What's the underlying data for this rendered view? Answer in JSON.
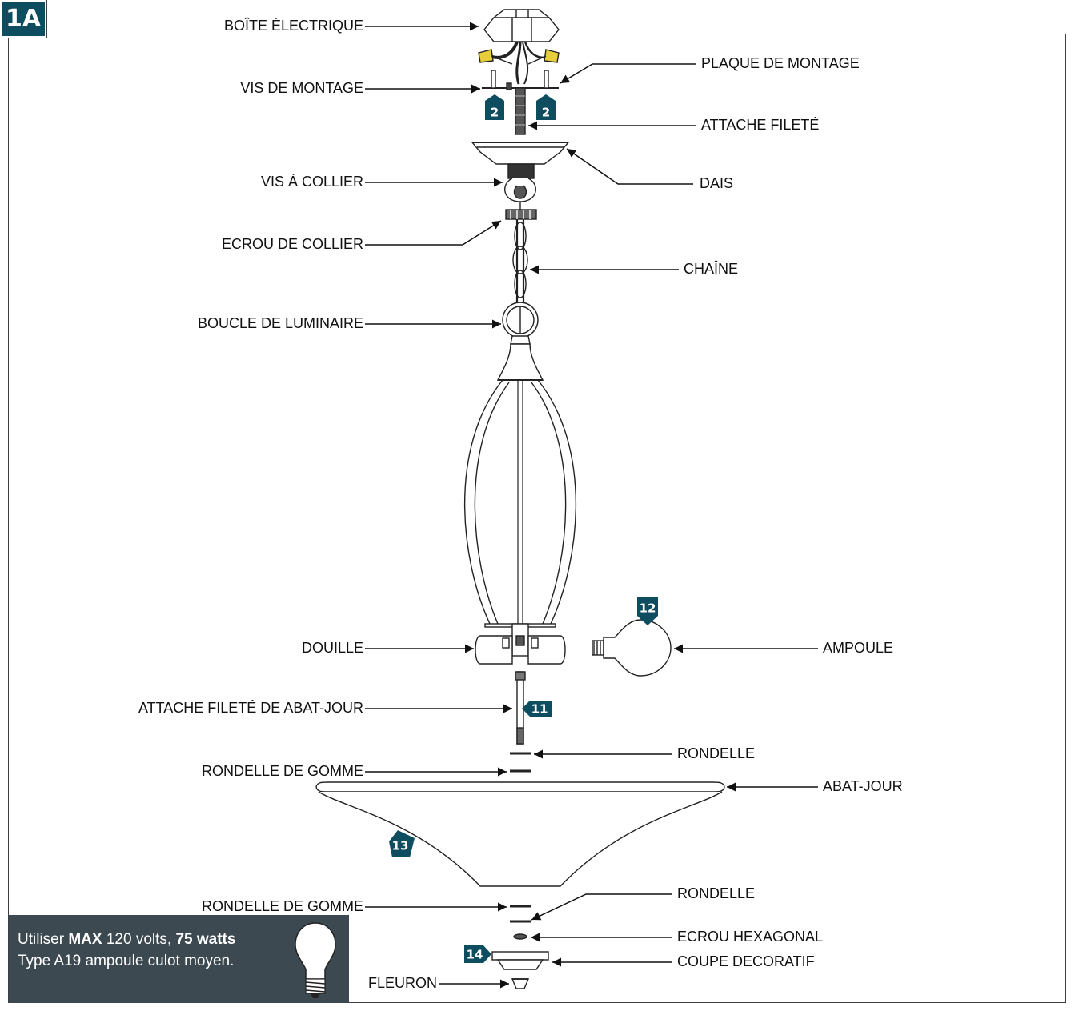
{
  "step": "1A",
  "labels": {
    "boite": "BOÎTE ÉLECTRIQUE",
    "plaque": "PLAQUE DE MONTAGE",
    "vis_montage": "VIS DE MONTAGE",
    "attache": "ATTACHE FILETÉ",
    "dais": "DAIS",
    "vis_collier": "VIS À COLLIER",
    "ecrou_collier": "ECROU DE COLLIER",
    "chaine": "CHAÎNE",
    "boucle": "BOUCLE DE LUMINAIRE",
    "douille": "DOUILLE",
    "ampoule": "AMPOULE",
    "attache_abat": "ATTACHE FILETÉ DE ABAT-JOUR",
    "rondelle1": "RONDELLE",
    "rondelle_gomme1": "RONDELLE DE GOMME",
    "abat_jour": "ABAT-JOUR",
    "rondelle2": "RONDELLE",
    "rondelle_gomme2": "RONDELLE DE GOMME",
    "ecrou_hex": "ECROU HEXAGONAL",
    "coupe": "COUPE DECORATIF",
    "fleuron": "FLEURON"
  },
  "badges": {
    "b2a": "2",
    "b2b": "2",
    "b11": "11",
    "b12": "12",
    "b13": "13",
    "b14": "14"
  },
  "note": {
    "l1_a": "Utiliser ",
    "l1_b": "MAX",
    "l1_c": " 120 volts, ",
    "l1_d": "75 watts",
    "l2": "Type  A19 ampoule culot moyen."
  },
  "colors": {
    "badge": "#0e4c5f",
    "note_bg": "#3d4950",
    "frame": "#3a3f44"
  }
}
